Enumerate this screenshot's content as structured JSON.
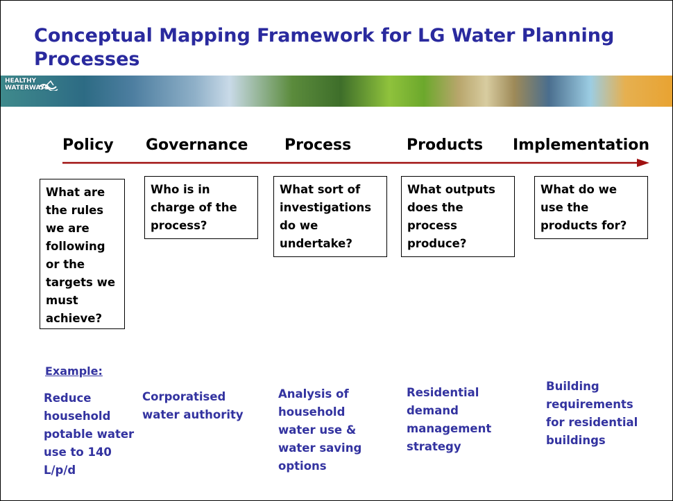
{
  "title": "Conceptual Mapping Framework for LG Water Planning Processes",
  "banner": {
    "logo_line1": "HEALTHY",
    "logo_line2": "WATERWAYS"
  },
  "stages": [
    {
      "heading": "Policy",
      "question": "What are\nthe rules\nwe are\nfollowing\nor the\ntargets we\nmust\nachieve?",
      "example": "Reduce\nhousehold\npotable water\nuse to 140\nL/p/d"
    },
    {
      "heading": "Governance",
      "question": "Who is in\ncharge of the\nprocess?",
      "example": "Corporatised\nwater authority"
    },
    {
      "heading": "Process",
      "question": "What sort of\ninvestigations\ndo we\nundertake?",
      "example": "Analysis of\nhousehold\nwater use &\nwater saving\noptions"
    },
    {
      "heading": "Products",
      "question": "What outputs\ndoes the\nprocess\nproduce?",
      "example": "Residential\ndemand\nmanagement\nstrategy"
    },
    {
      "heading": "Implementation",
      "question": "What do we\nuse the\nproducts for?",
      "example": "Building\nrequirements\nfor residential\nbuildings"
    }
  ],
  "example_label": "Example:",
  "colors": {
    "title": "#2a2a9e",
    "example_text": "#3333a0",
    "arrow": "#a01010"
  }
}
